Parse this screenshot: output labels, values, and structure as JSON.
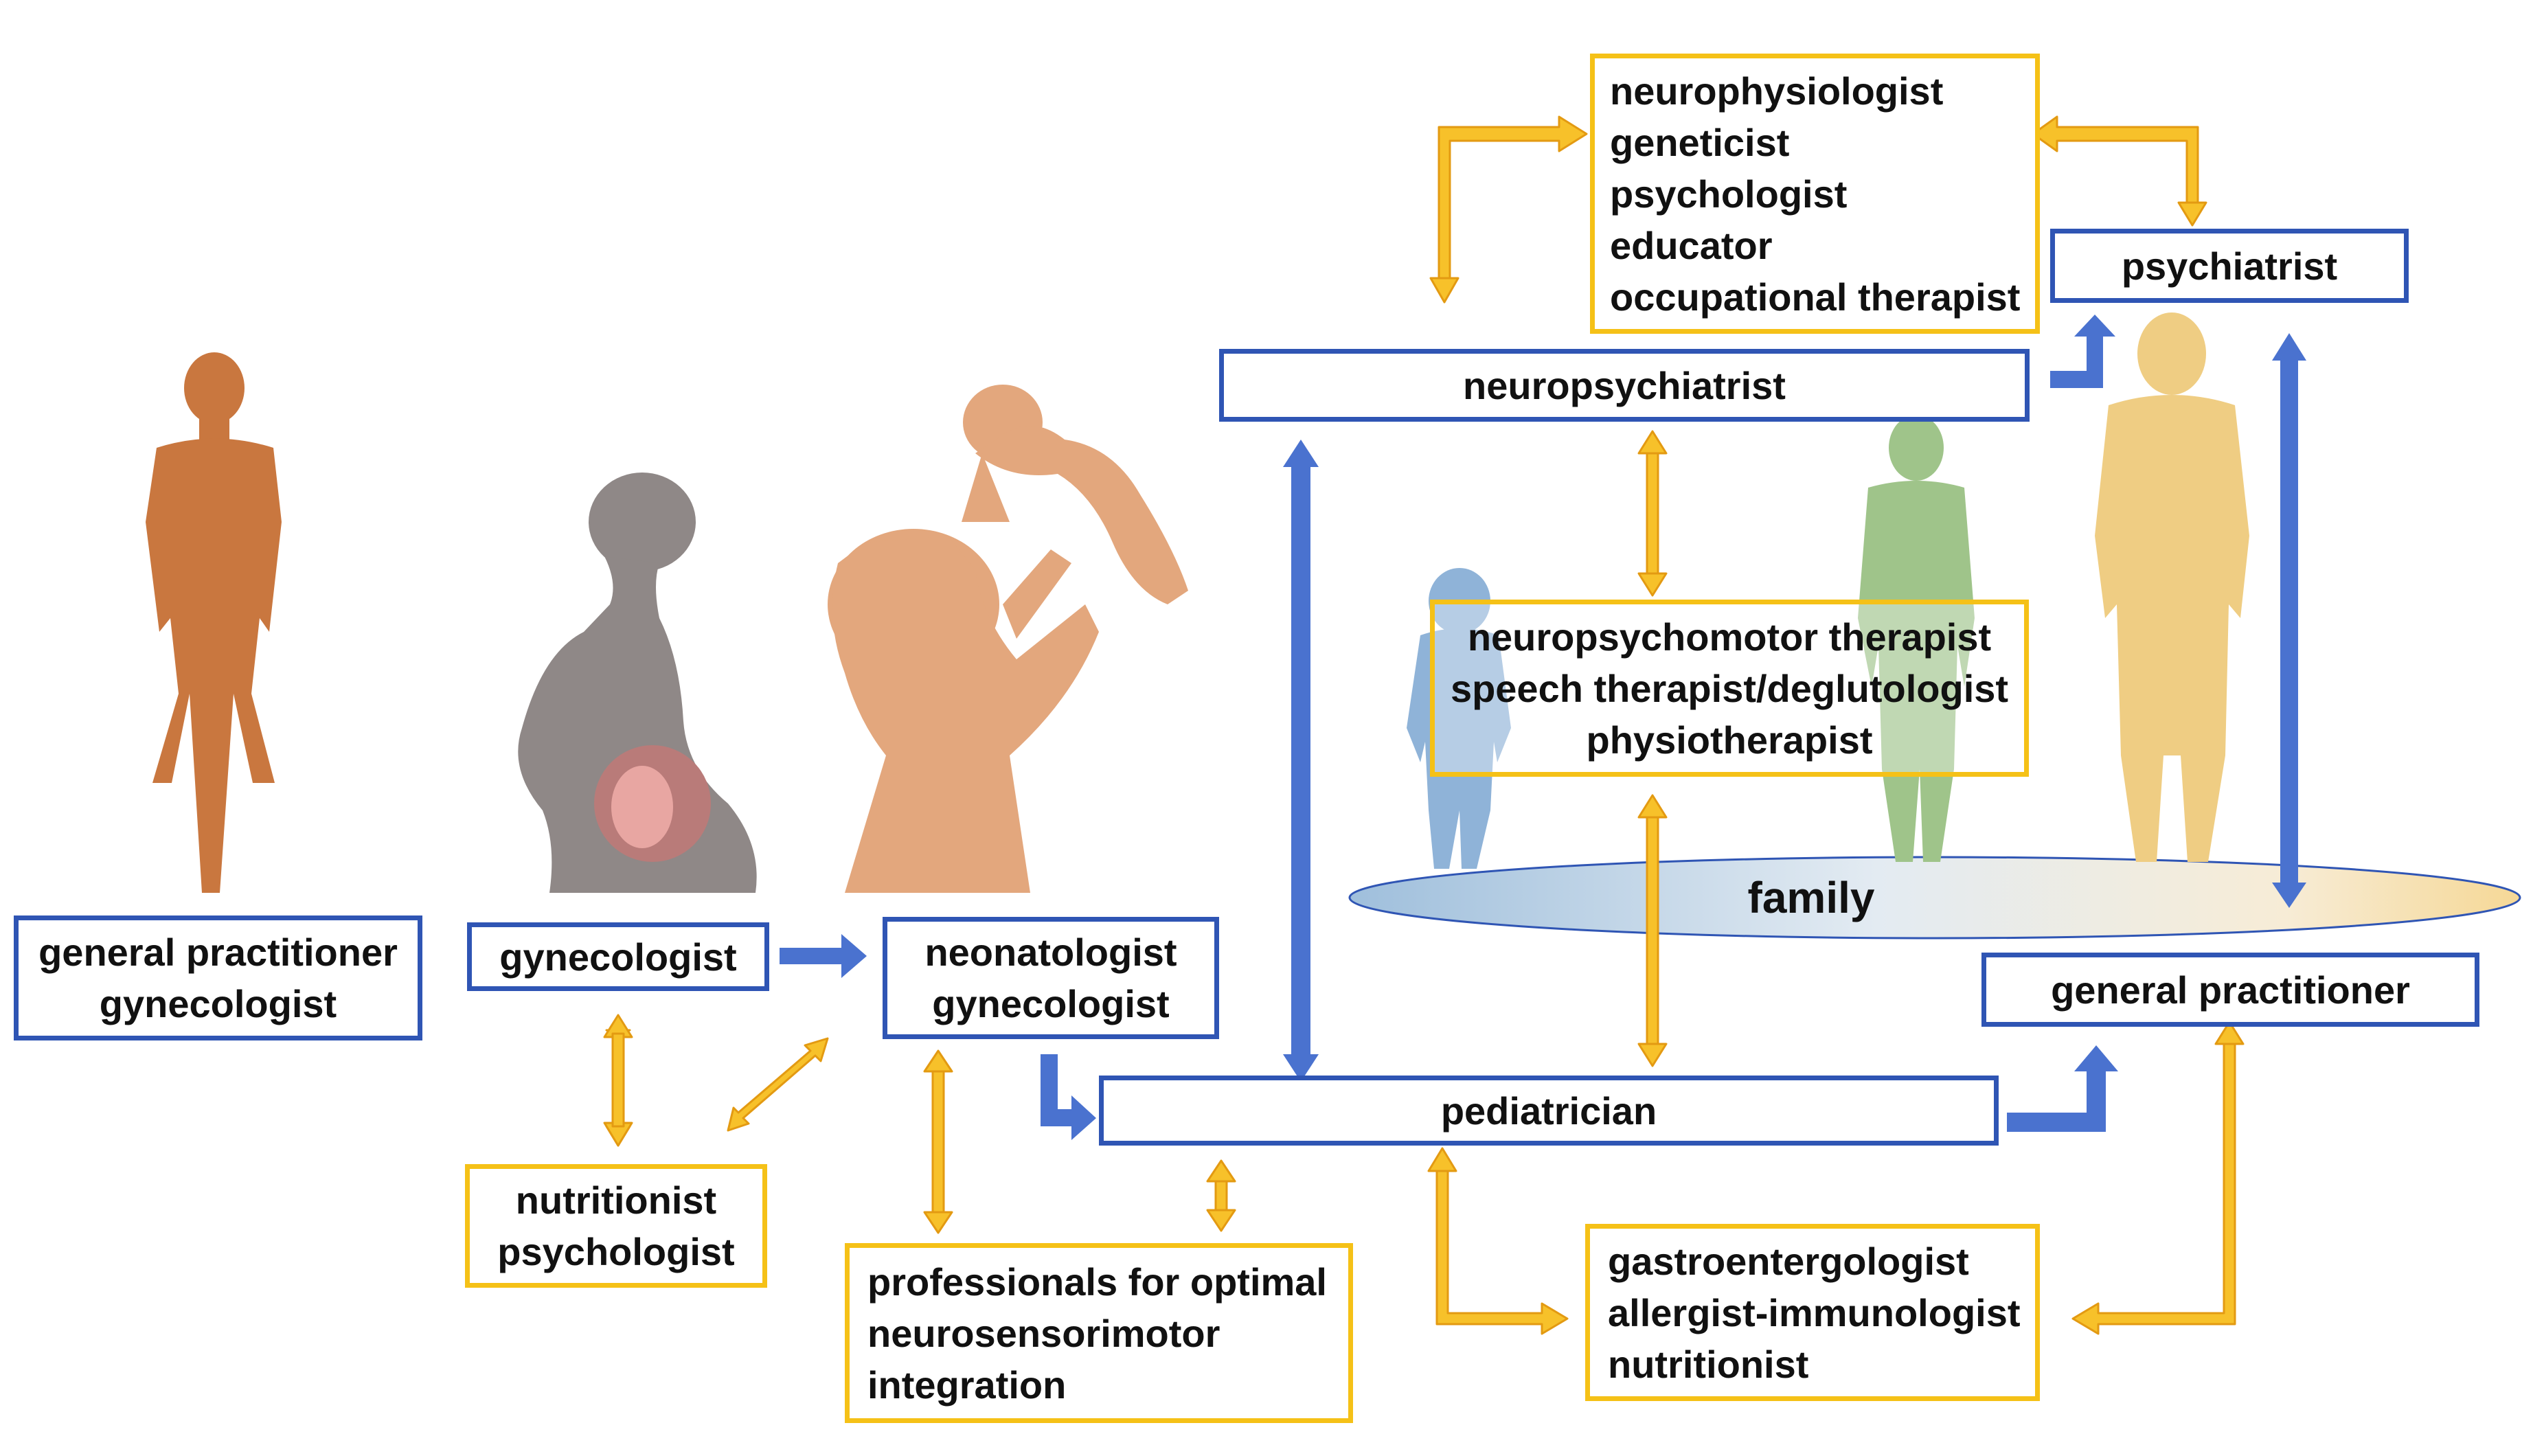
{
  "colors": {
    "blue_box_border": "#2f55b4",
    "gold_box_border": "#f5c117",
    "blue_arrow": "#4a72cf",
    "gold_arrow": "#f7c12a",
    "woman_silhouette": "#c9773f",
    "pregnant_silhouette": "#8f8887",
    "mother_silhouette": "#e3a77d",
    "child_silhouette": "#8fb3d8",
    "boy_silhouette": "#9fc48a",
    "man_silhouette": "#efcd83"
  },
  "family": {
    "label": "family"
  },
  "boxes": {
    "gp_gyn": {
      "lines": [
        "general practitioner",
        "gynecologist"
      ]
    },
    "gynecologist": {
      "lines": [
        "gynecologist"
      ]
    },
    "neonatologist": {
      "lines": [
        "neonatologist",
        "gynecologist"
      ]
    },
    "nutritionist_psych": {
      "lines": [
        "nutritionist",
        "psychologist"
      ]
    },
    "professionals": {
      "lines": [
        "professionals for optimal",
        "neurosensorimotor",
        "integration"
      ]
    },
    "pediatrician": {
      "lines": [
        "pediatrician"
      ]
    },
    "gastro": {
      "lines": [
        "gastroentergologist",
        "allergist-immunologist",
        "nutritionist"
      ]
    },
    "general_practitioner": {
      "lines": [
        "general practitioner"
      ]
    },
    "neuropsychiatrist": {
      "lines": [
        "neuropsychiatrist"
      ]
    },
    "specialists_top": {
      "lines": [
        "neurophysiologist",
        "geneticist",
        "psychologist",
        "educator",
        "occupational therapist"
      ]
    },
    "psychiatrist": {
      "lines": [
        "psychiatrist"
      ]
    },
    "therapists": {
      "lines": [
        "neuropsychomotor therapist",
        "speech therapist/deglutologist",
        "physiotherapist"
      ]
    }
  }
}
